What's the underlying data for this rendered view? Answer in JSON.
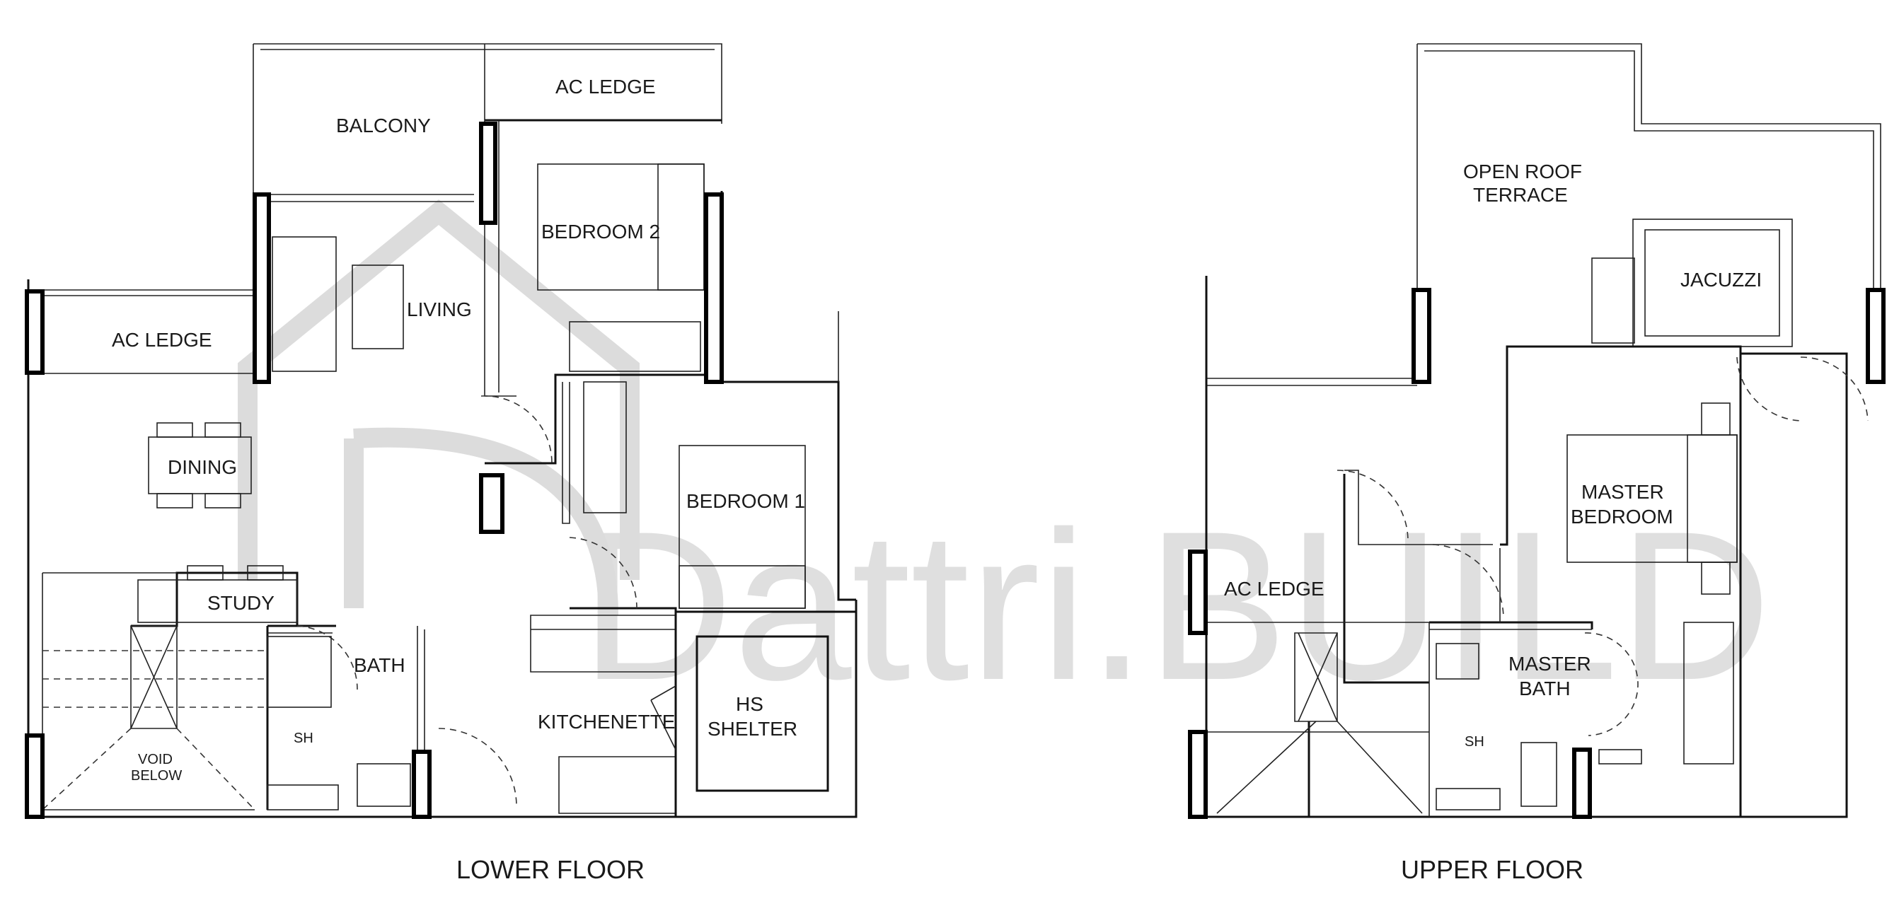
{
  "watermark": {
    "text": "Dattri.BUILD",
    "color": "#dcdcdc"
  },
  "lower_floor": {
    "title": "LOWER FLOOR",
    "rooms": {
      "balcony": "BALCONY",
      "ac_ledge_top": "AC LEDGE",
      "bedroom2": "BEDROOM 2",
      "living": "LIVING",
      "ac_ledge_left": "AC LEDGE",
      "dining": "DINING",
      "bedroom1": "BEDROOM 1",
      "study": "STUDY",
      "bath": "BATH",
      "sh": "SH",
      "kitchenette": "KITCHENETTE",
      "hs_shelter_line1": "HS",
      "hs_shelter_line2": "SHELTER",
      "void_line1": "VOID",
      "void_line2": "BELOW"
    }
  },
  "upper_floor": {
    "title": "UPPER FLOOR",
    "rooms": {
      "roof_line1": "OPEN ROOF",
      "roof_line2": "TERRACE",
      "jacuzzi": "JACUZZI",
      "master_bedroom_line1": "MASTER",
      "master_bedroom_line2": "BEDROOM",
      "ac_ledge": "AC LEDGE",
      "master_bath_line1": "MASTER",
      "master_bath_line2": "BATH",
      "sh": "SH"
    }
  }
}
